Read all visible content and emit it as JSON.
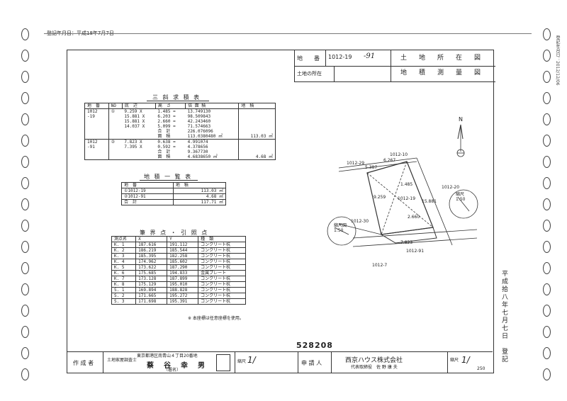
{
  "header": {
    "date_stamp": "登記年月日：平成18年7月7日",
    "chiban_label": "地　　番",
    "chiban_value": "1012-19",
    "chiban_handwritten": "-91",
    "title_line1": "土　地　所　在　図",
    "title_line2": "地　積　測　量　図",
    "location_label": "土地の所在"
  },
  "sankyu": {
    "title": "三 斜 求 積 表",
    "headers": [
      "地　番",
      "NO",
      "底　辺",
      "高　さ",
      "倍 面 積",
      "地　積"
    ],
    "group1": {
      "chiban": "1012\n-19",
      "rows": [
        {
          "no": "①",
          "base": "9.259",
          "height": "1.485",
          "area": "13.749130"
        },
        {
          "no": "",
          "base": "15.881",
          "height": "6.203",
          "area": "98.509843"
        },
        {
          "no": "",
          "base": "15.881",
          "height": "2.660",
          "area": "42.243460"
        },
        {
          "no": "",
          "base": "14.037",
          "height": "5.099",
          "area": "71.574663"
        }
      ],
      "total_label": "合　計",
      "total_value": "226.076096",
      "area_label": "面　積",
      "area_value": "113.0380480",
      "area_unit": "㎡",
      "chiseki": "113.03"
    },
    "group2": {
      "chiban": "1012\n-91",
      "rows": [
        {
          "no": "②",
          "base": "7.823",
          "height": "0.638",
          "area": "4.991074"
        },
        {
          "no": "",
          "base": "7.395",
          "height": "0.592",
          "area": "4.378656"
        }
      ],
      "total_label": "合　計",
      "total_value": "9.367730",
      "area_label": "面　積",
      "area_value": "4.6838650",
      "area_unit": "㎡",
      "chiseki": "4.68"
    },
    "x_sign": "X",
    "eq_sign": "="
  },
  "chiseki_list": {
    "title": "地 積 一 覧 表",
    "headers": [
      "地　番",
      "地　積"
    ],
    "rows": [
      {
        "chiban": "①1012-19",
        "value": "113.03",
        "unit": "㎡"
      },
      {
        "chiban": "②1012-91",
        "value": "4.68",
        "unit": "㎡"
      }
    ],
    "total_label": "合　計",
    "total_value": "117.71",
    "total_unit": "㎡"
  },
  "boundary": {
    "title": "筆 界 点 ・ 引 照 点",
    "headers": [
      "測点名",
      "X",
      "Y",
      "種　類"
    ],
    "rows": [
      {
        "name": "K. 1",
        "x": "187.616",
        "y": "191.112",
        "kind": "コンクリート杭"
      },
      {
        "name": "K. 2",
        "x": "186.219",
        "y": "185.544",
        "kind": "コンクリート杭"
      },
      {
        "name": "K. 3",
        "x": "185.395",
        "y": "182.258",
        "kind": "コンクリート杭"
      },
      {
        "name": "K. 4",
        "x": "174.962",
        "y": "185.602",
        "kind": "コンクリート杭"
      },
      {
        "name": "K. 5",
        "x": "173.622",
        "y": "187.290",
        "kind": "コンクリート杭"
      },
      {
        "name": "K. 6",
        "x": "175.685",
        "y": "194.833",
        "kind": "金属プレート"
      },
      {
        "name": "K. 7",
        "x": "173.128",
        "y": "187.899",
        "kind": "コンクリート杭"
      },
      {
        "name": "K. 8",
        "x": "175.129",
        "y": "195.010",
        "kind": "コンクリート杭"
      },
      {
        "name": "S. 1",
        "x": "169.894",
        "y": "188.828",
        "kind": "コンクリート杭"
      },
      {
        "name": "S. 2",
        "x": "171.665",
        "y": "195.272",
        "kind": "コンクリート杭"
      },
      {
        "name": "S. 3",
        "x": "171.698",
        "y": "195.391",
        "kind": "コンクリート杭"
      }
    ],
    "note": "※ 本座標は任意座標を使用。"
  },
  "map": {
    "north": "N",
    "labels": [
      "1012-29",
      "1012-10",
      "1012-20",
      "1012-30",
      "1012-19",
      "1012-91",
      "1012-7"
    ],
    "scale1": "縮尺\n1:50",
    "scale2": "縮尺図\n1:50",
    "dims": [
      "5.387",
      "6.267",
      "1.485",
      "9.259",
      "2.660",
      "15.881",
      "7.823"
    ]
  },
  "stamp_number": "528208",
  "vertical_side": "平成拾八年七月七日　登記",
  "vertical_edge": "登記年月日：2012/12/06",
  "footer": {
    "author_label": "作 成 者",
    "surveyor_title": "土地家屋調査士",
    "surveyor_address": "東京都港区南青山４丁目20番地",
    "surveyor_name": "蔡　谷　幸　男",
    "surveyor_sub": "（署名）",
    "scale_label": "縮尺",
    "scale_value": "1/",
    "applicant_label": "申 請 人",
    "company": "西京ハウス株式会社",
    "representative": "代表取締役　佐 野 康 夫",
    "scale2_label": "縮尺",
    "scale2_value": "1/",
    "scale2_denom": "250"
  },
  "colors": {
    "ink": "#222222",
    "line": "#333333",
    "paper": "#ffffff"
  }
}
